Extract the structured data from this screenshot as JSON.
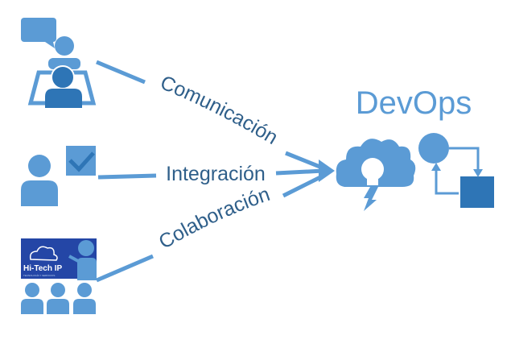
{
  "title": "DevOps",
  "connections": {
    "communication": "Comunicación",
    "integration": "Integración",
    "collaboration": "Colaboración"
  },
  "logo": {
    "text": "Hi-Tech IP",
    "subtitle": "TECNOLOGÍA Y SERVICIOS"
  },
  "colors": {
    "primary": "#5b9bd5",
    "dark": "#2e75b6",
    "text": "#2f5f8a",
    "logo_bg": "#2446a6"
  },
  "icons": [
    "chat-person-icon",
    "person-check-icon",
    "presenter-team-icon",
    "idea-cloud-icon",
    "cycle-process-icon"
  ]
}
